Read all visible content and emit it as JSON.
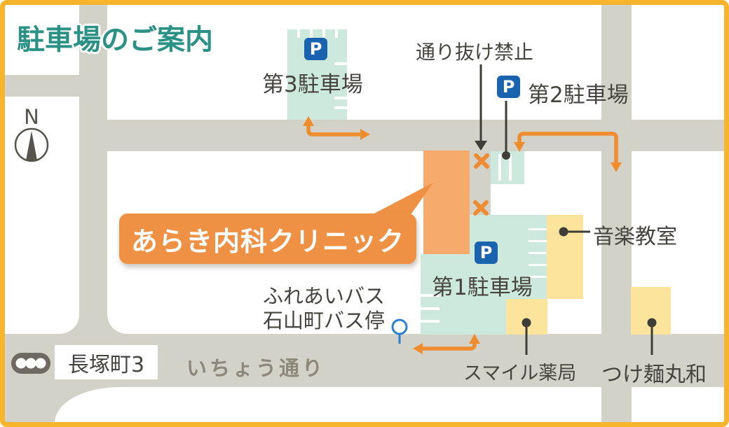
{
  "title": "駐車場のご案内",
  "compass": {
    "north_label": "N"
  },
  "parking_icon_letter": "P",
  "landmarks": {
    "clinic": {
      "name": "あらき内科クリニック"
    },
    "parking1": {
      "name": "第1駐車場"
    },
    "parking2": {
      "name": "第2駐車場"
    },
    "parking3": {
      "name": "第3駐車場"
    },
    "music_school": {
      "name": "音楽教室"
    },
    "pharmacy": {
      "name": "スマイル薬局"
    },
    "ramen_shop": {
      "name": "つけ麺丸和"
    }
  },
  "bus_stop": {
    "line1": "ふれあいバス",
    "line2": "石山町バス停"
  },
  "street": {
    "name": "いちょう通り"
  },
  "intersection": {
    "name": "長塚町3"
  },
  "notices": {
    "no_through": "通り抜け禁止"
  },
  "icons": {
    "parking-icon": "white P on blue rounded square",
    "compass-icon": "circle with north needle",
    "traffic-light-icon": "dark rounded bar with three white lamps",
    "bus-stop-icon": "blue circle on stem",
    "x-mark-icon": "orange x (no entry)",
    "route-arrow-icon": "orange route arrows",
    "callout-arrow-icon": "black callout lines with dots/arrow"
  },
  "colors": {
    "frame": "#f7b52d",
    "road": "#d3d2c8",
    "parking_area": "#cde9dd",
    "building_yellow": "#fce49c",
    "clinic_building": "#f6aa6c",
    "accent_orange": "#ef9144",
    "route_arrow": "#ef8c2d",
    "parking_sign_blue": "#1a63ae",
    "title_teal": "#2b9184",
    "bus_stop_blue": "#2b7fd0",
    "text_dark": "#45443f",
    "street_text": "#8d887b"
  }
}
